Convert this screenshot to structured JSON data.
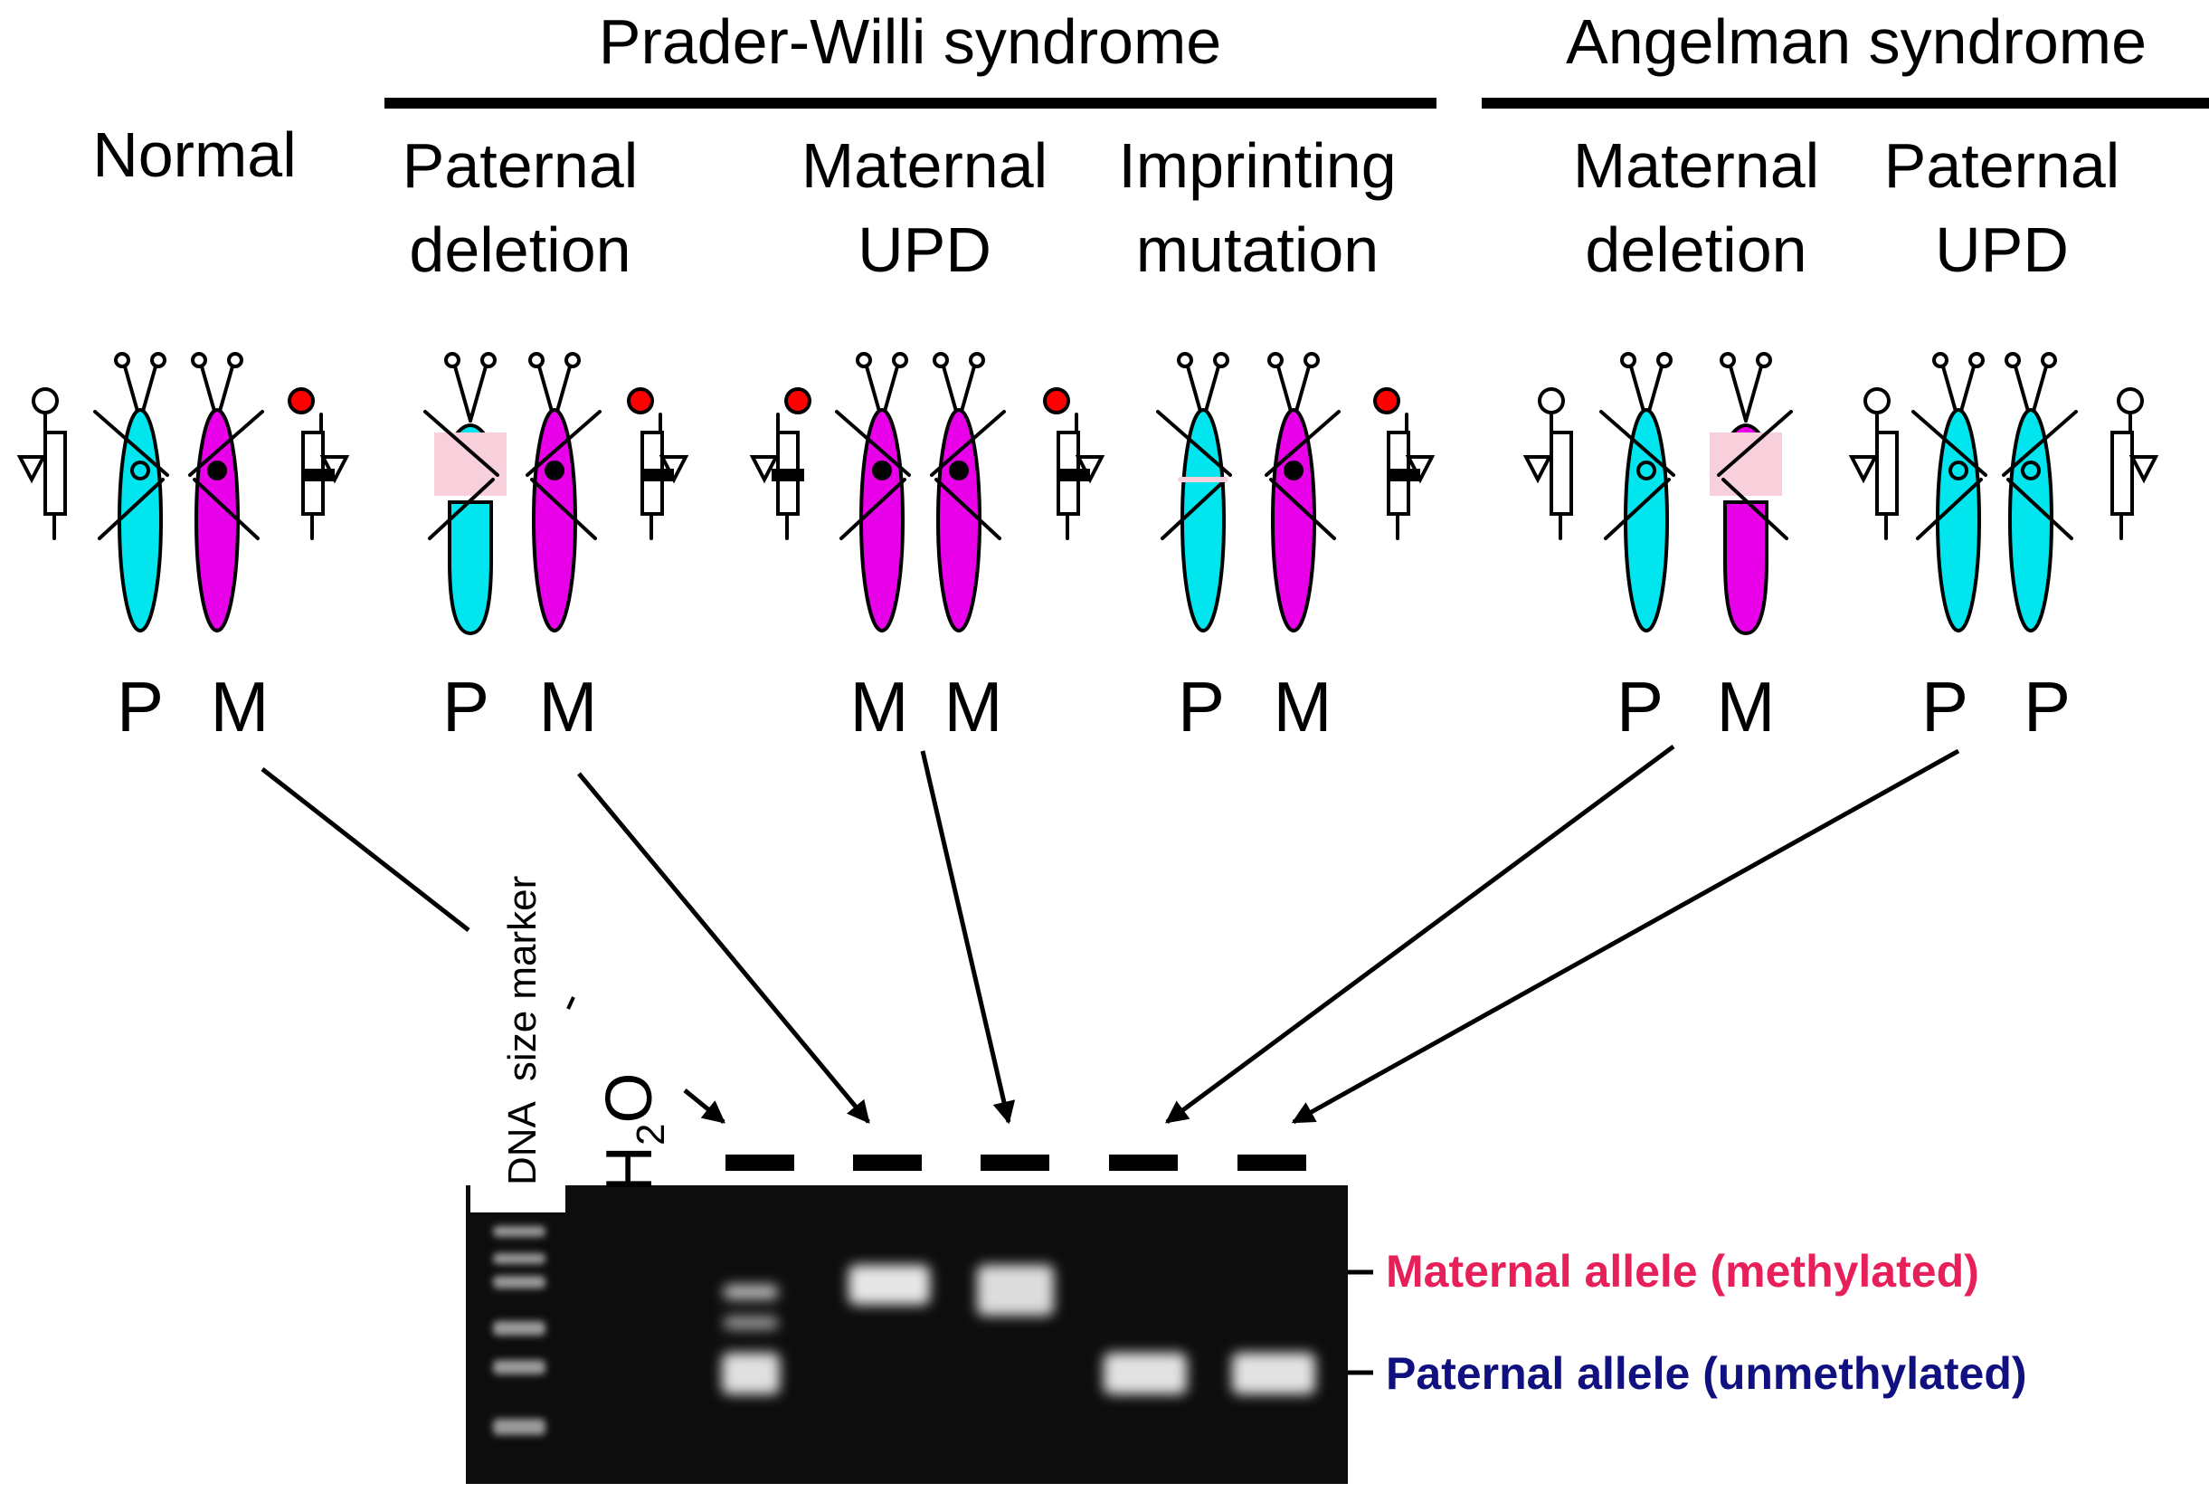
{
  "groups": {
    "pws": "Prader-Willi syndrome",
    "as": "Angelman syndrome"
  },
  "conditions": {
    "normal": "Normal",
    "pat_del_1": "Paternal",
    "pat_del_2": "deletion",
    "mat_upd_1": "Maternal",
    "mat_upd_2": "UPD",
    "imp_mut_1": "Imprinting",
    "imp_mut_2": "mutation",
    "mat_del_1": "Maternal",
    "mat_del_2": "deletion",
    "pat_upd_1": "Paternal",
    "pat_upd_2": "UPD"
  },
  "chromosome_labels": {
    "normal": [
      "P",
      "M"
    ],
    "pat_del": [
      "P",
      "M"
    ],
    "mat_upd": [
      "M",
      "M"
    ],
    "imp_mut": [
      "P",
      "M"
    ],
    "mat_del": [
      "P",
      "M"
    ],
    "pat_upd": [
      "P",
      "P"
    ]
  },
  "gel": {
    "marker_label": "DNA  size marker",
    "water_label": "H",
    "water_sub": "2",
    "water_o": "O",
    "maternal_label": "Maternal allele (methylated)",
    "paternal_label": "Paternal allele (unmethylated)"
  },
  "colors": {
    "paternal": "#00E5EE",
    "maternal": "#E800E8",
    "deletion": "#F8D0DC",
    "maternal_text": "#E8205A",
    "paternal_text": "#101080",
    "gel_bg": "#0d0d0d"
  }
}
